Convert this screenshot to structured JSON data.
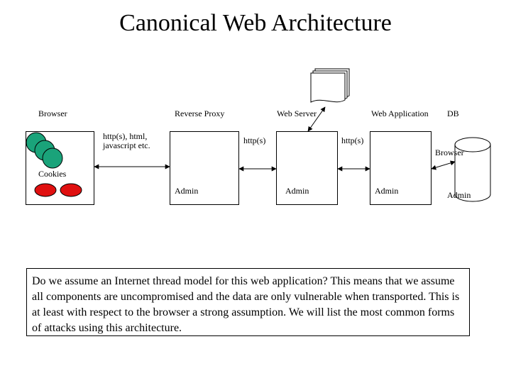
{
  "title": "Canonical Web Architecture",
  "labels": {
    "browser": "Browser",
    "reverse_proxy": "Reverse Proxy",
    "web_server": "Web Server",
    "web_application": "Web Application",
    "db": "DB",
    "http_html_js_line1": "http(s), html,",
    "http_html_js_line2": "javascript etc.",
    "https_proxy_server": "http(s)",
    "https_server_app": "http(s)",
    "cookies": "Cookies",
    "admin_proxy": "Admin",
    "admin_server": "Admin",
    "admin_app": "Admin",
    "admin_db": "Admin",
    "db_browser": "Browser"
  },
  "note": {
    "text": "Do we assume an Internet thread model for this web application? This means that we assume all components are uncompromised and the data are only vulnerable when transported. This is at least with respect to the browser a strong assumption. We will list the most common forms of attacks using this architecture."
  },
  "colors": {
    "cookie_green": "#1aa37a",
    "cookie_red": "#e01010"
  }
}
